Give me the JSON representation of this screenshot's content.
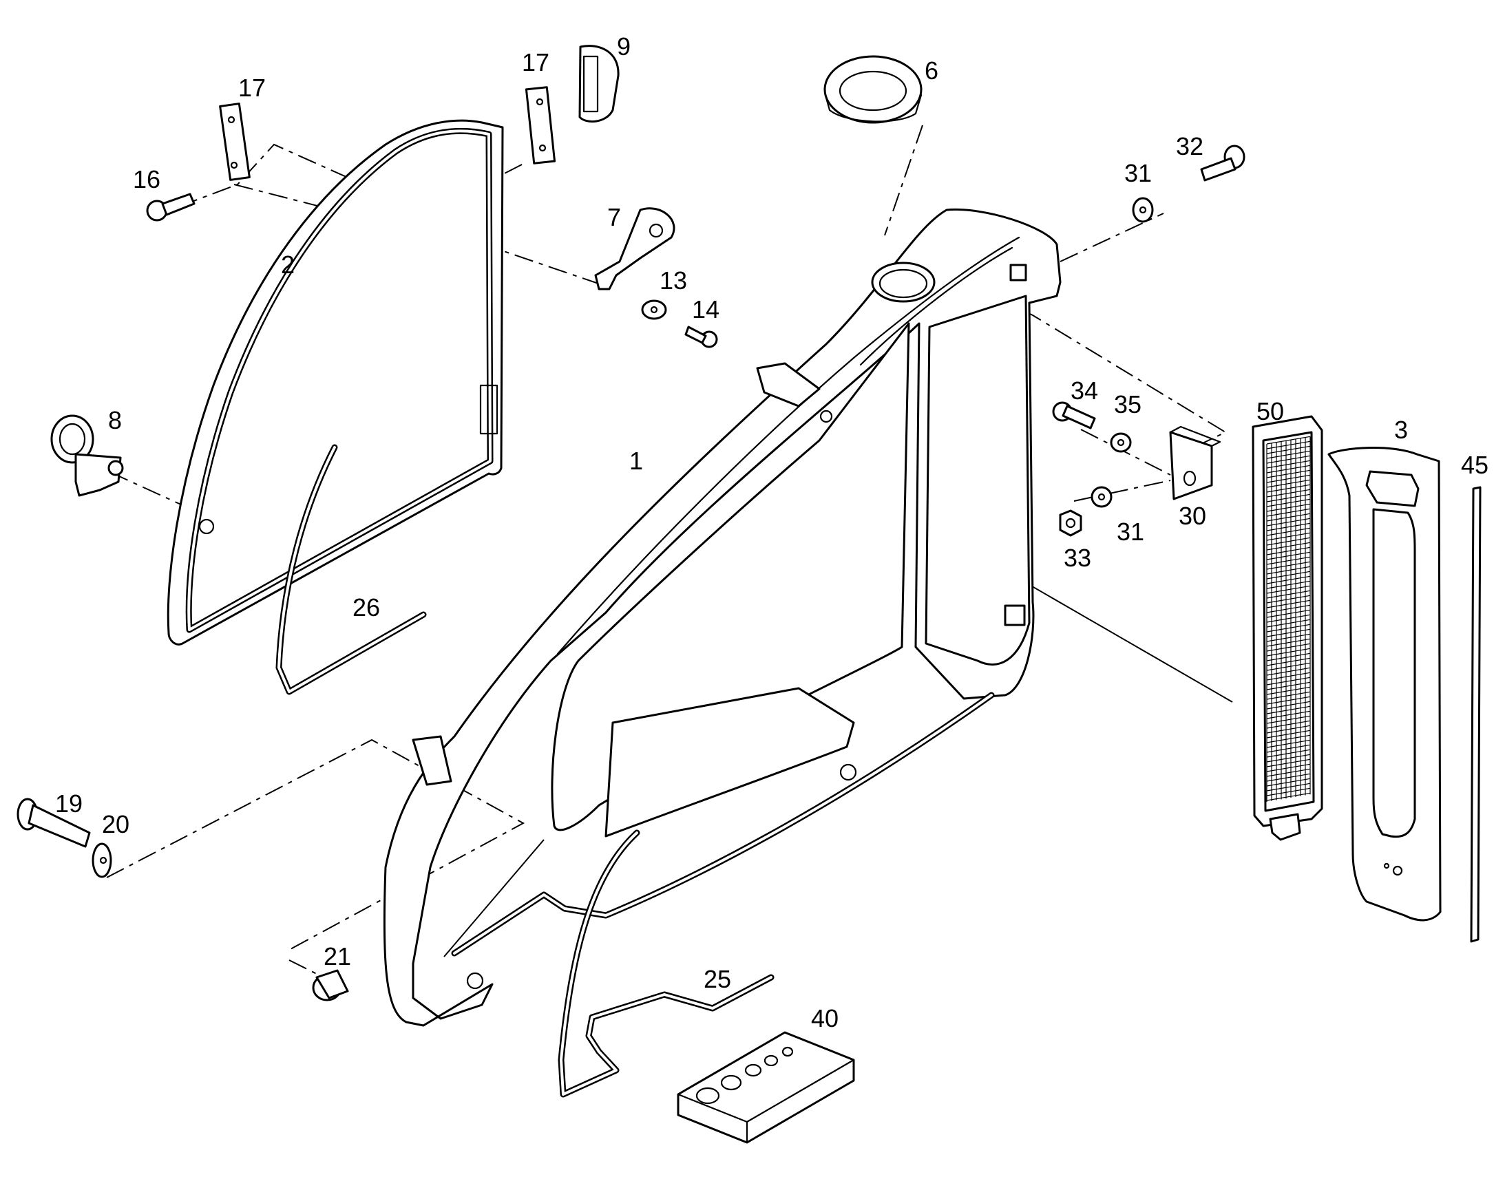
{
  "callouts": {
    "c1": "1",
    "c2": "2",
    "c3": "3",
    "c6": "6",
    "c7": "7",
    "c8": "8",
    "c9": "9",
    "c13": "13",
    "c14": "14",
    "c16": "16",
    "c17a": "17",
    "c17b": "17",
    "c19": "19",
    "c20": "20",
    "c21": "21",
    "c25": "25",
    "c26": "26",
    "c30": "30",
    "c31a": "31",
    "c31b": "31",
    "c32": "32",
    "c33": "33",
    "c34": "34",
    "c35": "35",
    "c40": "40",
    "c45": "45",
    "c50": "50"
  }
}
